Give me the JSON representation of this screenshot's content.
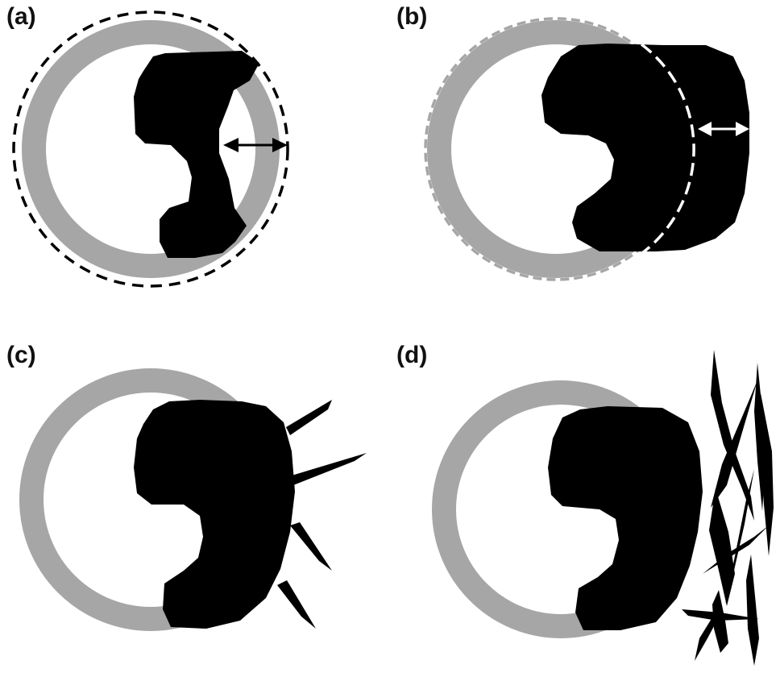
{
  "figure": {
    "panels": [
      {
        "id": "a",
        "label": "(a)"
      },
      {
        "id": "b",
        "label": "(b)"
      },
      {
        "id": "c",
        "label": "(c)"
      },
      {
        "id": "d",
        "label": "(d)"
      }
    ]
  },
  "colors": {
    "ring": "#a6a6a6",
    "shape": "#000000",
    "dashed_circle_a": "#000000",
    "dashed_circle_b": "#ffffff",
    "background": "#ffffff"
  }
}
